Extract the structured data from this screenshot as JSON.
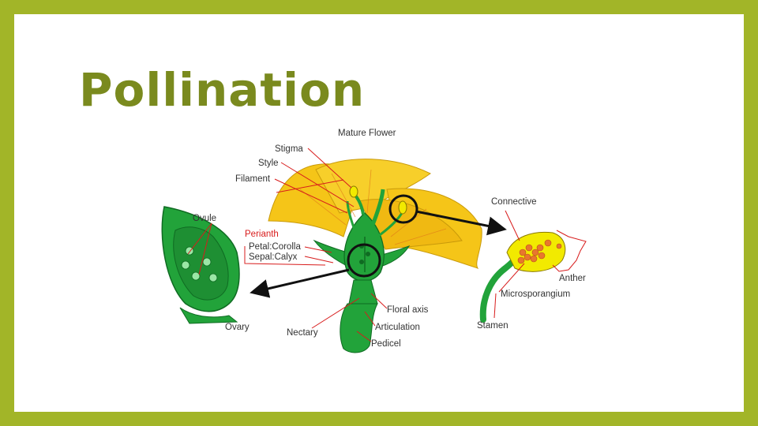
{
  "slide": {
    "title": "Pollination"
  },
  "diagram": {
    "labels": {
      "mature_flower": "Mature Flower",
      "stigma": "Stigma",
      "style": "Style",
      "filament": "Filament",
      "ovule": "Ovule",
      "perianth": "Perianth",
      "petal_corolla": "Petal:Corolla",
      "sepal_calyx": "Sepal:Calyx",
      "ovary": "Ovary",
      "nectary": "Nectary",
      "floral_axis": "Floral axis",
      "articulation": "Articulation",
      "pedicel": "Pedicel",
      "connective": "Connective",
      "anther": "Anther",
      "microsporangium": "Microsporangium",
      "stamen": "Stamen"
    },
    "colors": {
      "petal": "#f5c518",
      "green": "#22a33a",
      "dark_green": "#0f6b22",
      "leader_line": "#d81c1c",
      "anther_yellow": "#f2ea00",
      "pollen": "#e8772e",
      "frame": "#a2b528",
      "title": "#7a8a1e"
    }
  }
}
